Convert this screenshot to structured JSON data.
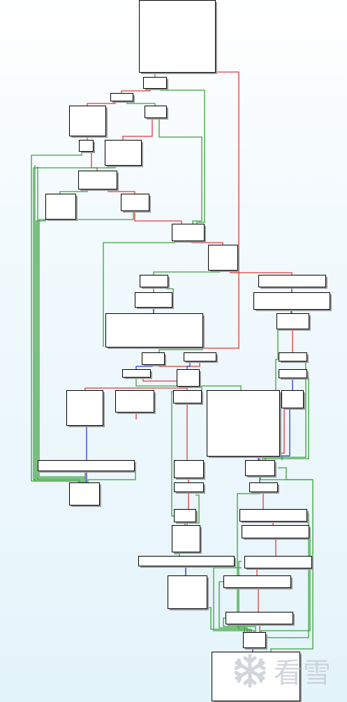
{
  "graph": {
    "title": "",
    "colors": {
      "true_edge": "#3aa13a",
      "false_edge": "#e03a3a",
      "unconditional_edge": "#2a3ad8",
      "node_fill": "#ffffff",
      "node_border": "#000000"
    },
    "nodes": [
      {
        "id": "n1"
      },
      {
        "id": "n2"
      },
      {
        "id": "n3"
      },
      {
        "id": "n4"
      },
      {
        "id": "n5"
      },
      {
        "id": "n6"
      },
      {
        "id": "n7"
      },
      {
        "id": "n8"
      },
      {
        "id": "n9"
      },
      {
        "id": "n10"
      },
      {
        "id": "n11"
      },
      {
        "id": "n12"
      },
      {
        "id": "n13"
      },
      {
        "id": "n14"
      },
      {
        "id": "n15"
      },
      {
        "id": "n16"
      },
      {
        "id": "n17"
      },
      {
        "id": "n18"
      },
      {
        "id": "n19"
      },
      {
        "id": "n20"
      },
      {
        "id": "n21"
      },
      {
        "id": "n22"
      },
      {
        "id": "n23"
      },
      {
        "id": "n24"
      },
      {
        "id": "n25"
      },
      {
        "id": "n26"
      },
      {
        "id": "n27"
      },
      {
        "id": "n28"
      },
      {
        "id": "n29"
      },
      {
        "id": "n30"
      },
      {
        "id": "n31"
      },
      {
        "id": "n32"
      },
      {
        "id": "n33"
      },
      {
        "id": "n34"
      },
      {
        "id": "n35"
      },
      {
        "id": "n36"
      },
      {
        "id": "n37"
      },
      {
        "id": "n38"
      },
      {
        "id": "n39"
      },
      {
        "id": "n40"
      },
      {
        "id": "n41"
      },
      {
        "id": "n42"
      },
      {
        "id": "n43"
      },
      {
        "id": "n44"
      },
      {
        "id": "n45"
      },
      {
        "id": "n46"
      },
      {
        "id": "n47"
      },
      {
        "id": "n48"
      },
      {
        "id": "n49"
      },
      {
        "id": "n50"
      }
    ],
    "edges": [
      {
        "from": "n1",
        "to": "n2",
        "kind": "true"
      },
      {
        "from": "n1",
        "to": "n21",
        "kind": "false"
      },
      {
        "from": "n2",
        "to": "n3",
        "kind": "false"
      },
      {
        "from": "n2",
        "to": "n15",
        "kind": "true"
      },
      {
        "from": "n3",
        "to": "n4",
        "kind": "false"
      },
      {
        "from": "n3",
        "to": "n5",
        "kind": "true"
      },
      {
        "from": "n4",
        "to": "n6",
        "kind": "true"
      },
      {
        "from": "n5",
        "to": "n7",
        "kind": "false"
      },
      {
        "from": "n5",
        "to": "n15",
        "kind": "true"
      },
      {
        "from": "n6",
        "to": "n8",
        "kind": "false"
      },
      {
        "from": "n6",
        "to": "n31",
        "kind": "true"
      },
      {
        "from": "n8",
        "to": "n9",
        "kind": "true"
      },
      {
        "from": "n8",
        "to": "n10",
        "kind": "false"
      },
      {
        "from": "n10",
        "to": "n15",
        "kind": "false"
      },
      {
        "from": "n15",
        "to": "n16",
        "kind": "false"
      },
      {
        "from": "n16",
        "to": "n17",
        "kind": "true"
      },
      {
        "from": "n16",
        "to": "n21",
        "kind": "false"
      },
      {
        "from": "n17",
        "to": "n18",
        "kind": "true"
      },
      {
        "from": "n18",
        "to": "n19",
        "kind": "uncond"
      },
      {
        "from": "n19",
        "to": "n20",
        "kind": "uncond"
      },
      {
        "from": "n19",
        "to": "n23",
        "kind": "false"
      },
      {
        "from": "n21",
        "to": "n22",
        "kind": "uncond"
      },
      {
        "from": "n22",
        "to": "n24",
        "kind": "true"
      },
      {
        "from": "n24",
        "to": "n25",
        "kind": "false"
      },
      {
        "from": "n20",
        "to": "n26",
        "kind": "false"
      },
      {
        "from": "n20",
        "to": "n27",
        "kind": "true"
      },
      {
        "from": "n26",
        "to": "n28",
        "kind": "false"
      },
      {
        "from": "n26",
        "to": "n29",
        "kind": "false"
      },
      {
        "from": "n26",
        "to": "n30",
        "kind": "false"
      },
      {
        "from": "n27",
        "to": "n35",
        "kind": "uncond"
      },
      {
        "from": "n28",
        "to": "n31",
        "kind": "false"
      },
      {
        "from": "n31",
        "to": "n32",
        "kind": "uncond"
      },
      {
        "from": "n30",
        "to": "n33",
        "kind": "false"
      },
      {
        "from": "n33",
        "to": "n34",
        "kind": "false"
      },
      {
        "from": "n34",
        "to": "n36",
        "kind": "false"
      },
      {
        "from": "n36",
        "to": "n37",
        "kind": "false"
      },
      {
        "from": "n37",
        "to": "n38",
        "kind": "uncond"
      },
      {
        "from": "n35",
        "to": "n39",
        "kind": "false"
      },
      {
        "from": "n39",
        "to": "n40",
        "kind": "false"
      },
      {
        "from": "n40",
        "to": "n41",
        "kind": "false"
      },
      {
        "from": "n41",
        "to": "n42",
        "kind": "false"
      },
      {
        "from": "n42",
        "to": "n43",
        "kind": "false"
      },
      {
        "from": "n43",
        "to": "n44",
        "kind": "false"
      },
      {
        "from": "n44",
        "to": "n45",
        "kind": "false"
      },
      {
        "from": "n45",
        "to": "n46",
        "kind": "false"
      },
      {
        "from": "n46",
        "to": "n47",
        "kind": "false"
      },
      {
        "from": "n47",
        "to": "n48",
        "kind": "false"
      },
      {
        "from": "n48",
        "to": "n49",
        "kind": "uncond"
      }
    ]
  },
  "watermark": {
    "text": "看雪",
    "icon": "snowflake-icon"
  }
}
